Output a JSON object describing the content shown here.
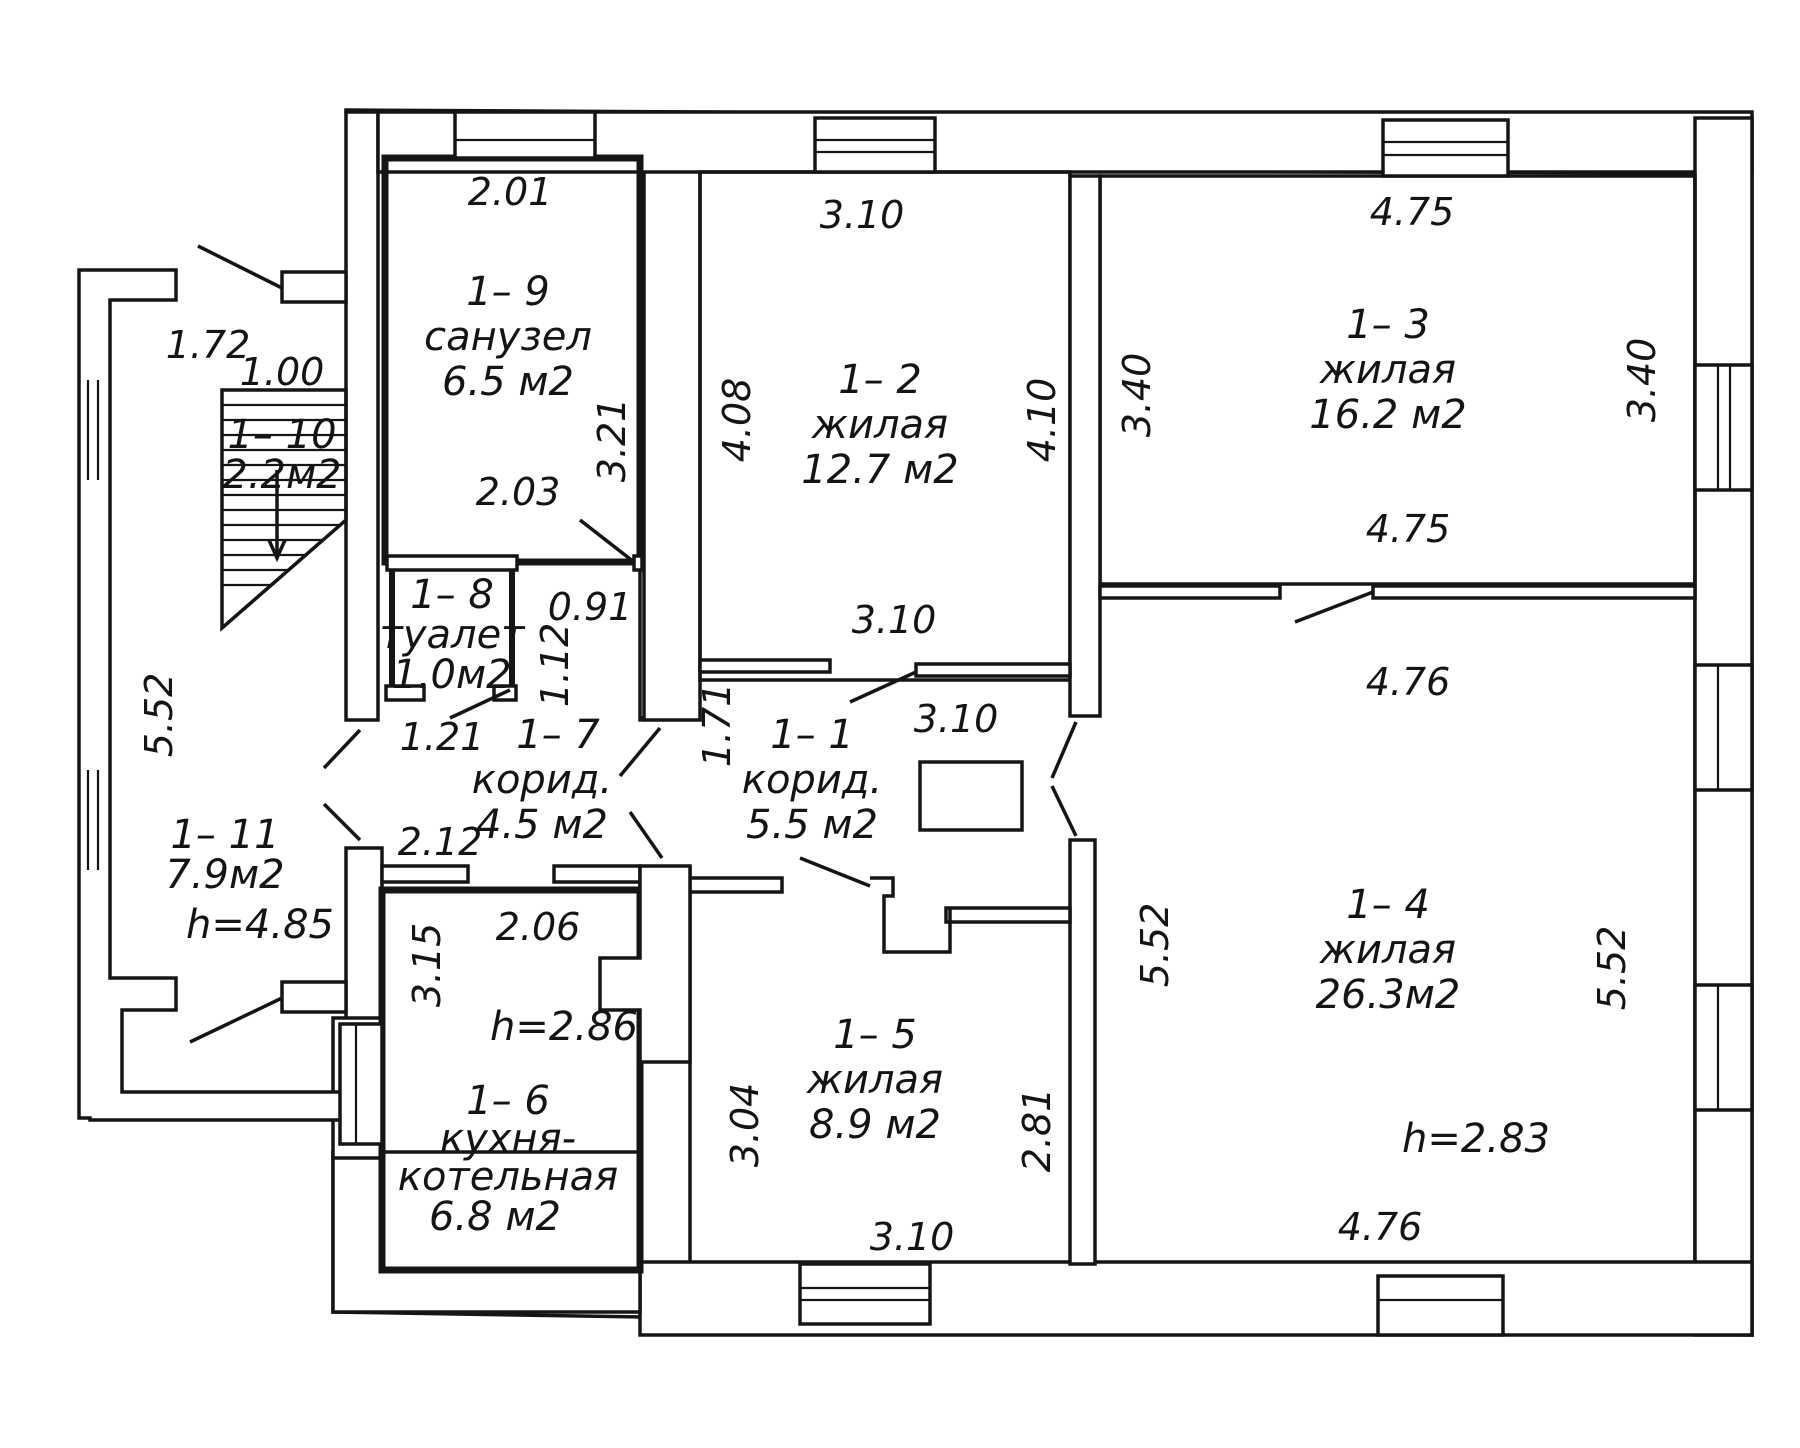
{
  "rooms": {
    "r1_1": {
      "num": "1– 1",
      "name": "корид.",
      "area": "5.5 м2"
    },
    "r1_2": {
      "num": "1– 2",
      "name": "жилая",
      "area": "12.7 м2"
    },
    "r1_3": {
      "num": "1– 3",
      "name": "жилая",
      "area": "16.2 м2"
    },
    "r1_4": {
      "num": "1– 4",
      "name": "жилая",
      "area": "26.3м2"
    },
    "r1_5": {
      "num": "1– 5",
      "name": "жилая",
      "area": "8.9  м2"
    },
    "r1_6": {
      "num": "1– 6",
      "name1": "кухня-",
      "name2": "котельная",
      "area": "6.8 м2"
    },
    "r1_7": {
      "num": "1– 7",
      "name": "корид.",
      "area": "4.5 м2"
    },
    "r1_8": {
      "num": "1– 8",
      "name": "туалет",
      "area": "1.0м2"
    },
    "r1_9": {
      "num": "1– 9",
      "name": "санузел",
      "area": "6.5 м2"
    },
    "r1_10": {
      "num": "1– 10",
      "area": "2.2м2"
    },
    "r1_11": {
      "num": "1– 11",
      "area": "7.9м2"
    }
  },
  "heights": {
    "h11": "h=4.85",
    "h6": "h=2.86",
    "h4": "h=2.83"
  },
  "dims": {
    "d201": "2.01",
    "d203": "2.03",
    "d321": "3.21",
    "d091": "0.91",
    "d112": "1.12",
    "d121": "1.21",
    "d172": "1.72",
    "d100": "1.00",
    "d552_left": "5.52",
    "d212": "2.12",
    "d206": "2.06",
    "d315": "3.15",
    "d171": "1.71",
    "d310_top": "3.10",
    "d408": "4.08",
    "d410": "4.10",
    "d310_mid": "3.10",
    "d310_corr": "3.10",
    "d475_top": "4.75",
    "d340_left": "3.40",
    "d340_right": "3.40",
    "d475_bot": "4.75",
    "d476_top": "4.76",
    "d552_mid": "5.52",
    "d552_right": "5.52",
    "d476_bot": "4.76",
    "d304": "3.04",
    "d281": "2.81",
    "d310_bot": "3.10"
  }
}
